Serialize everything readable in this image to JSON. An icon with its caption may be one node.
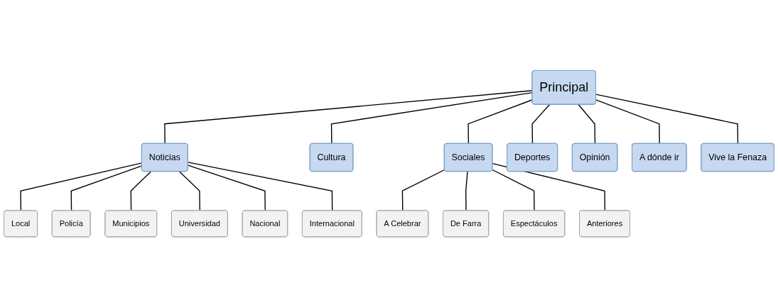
{
  "diagram": {
    "nodes": [
      {
        "text": [
          "Principal"
        ]
      },
      {
        "text": [
          "Noticias"
        ]
      },
      {
        "text": [
          "Cultura"
        ]
      },
      {
        "text": [
          "Sociales"
        ]
      },
      {
        "text": [
          "Deportes"
        ]
      },
      {
        "text": [
          "Opinión"
        ]
      },
      {
        "text": [
          "A dónde ir"
        ]
      },
      {
        "text": [
          "Vive la Fenaza"
        ]
      },
      {
        "text": [
          "Local"
        ]
      },
      {
        "text": [
          "Policía"
        ]
      },
      {
        "text": [
          "Municipios"
        ]
      },
      {
        "text": [
          "Universidad"
        ]
      },
      {
        "text": [
          "Nacional"
        ]
      },
      {
        "text": [
          "Internacional"
        ]
      },
      {
        "text": [
          "A Celebrar"
        ]
      },
      {
        "text": [
          "De Farra"
        ]
      },
      {
        "text": [
          "Espectáculos"
        ]
      },
      {
        "text": [
          "Anteriores"
        ]
      }
    ],
    "edges": [
      {
        "from": 0,
        "to": 1,
        "arrow": "none"
      },
      {
        "from": 0,
        "to": 2,
        "arrow": "none"
      },
      {
        "from": 0,
        "to": 3,
        "arrow": "none"
      },
      {
        "from": 0,
        "to": 4,
        "arrow": "none"
      },
      {
        "from": 0,
        "to": 5,
        "arrow": "none"
      },
      {
        "from": 0,
        "to": 6,
        "arrow": "none"
      },
      {
        "from": 0,
        "to": 7,
        "arrow": "none"
      },
      {
        "from": 1,
        "to": 8,
        "arrow": "none"
      },
      {
        "from": 1,
        "to": 9,
        "arrow": "none"
      },
      {
        "from": 1,
        "to": 10,
        "arrow": "none"
      },
      {
        "from": 1,
        "to": 11,
        "arrow": "none"
      },
      {
        "from": 1,
        "to": 12,
        "arrow": "none"
      },
      {
        "from": 1,
        "to": 13,
        "arrow": "none"
      },
      {
        "from": 3,
        "to": 14,
        "arrow": "none"
      },
      {
        "from": 3,
        "to": 15,
        "arrow": "none"
      },
      {
        "from": 3,
        "to": 16,
        "arrow": "none"
      },
      {
        "from": 3,
        "to": 17,
        "arrow": "none"
      }
    ]
  }
}
